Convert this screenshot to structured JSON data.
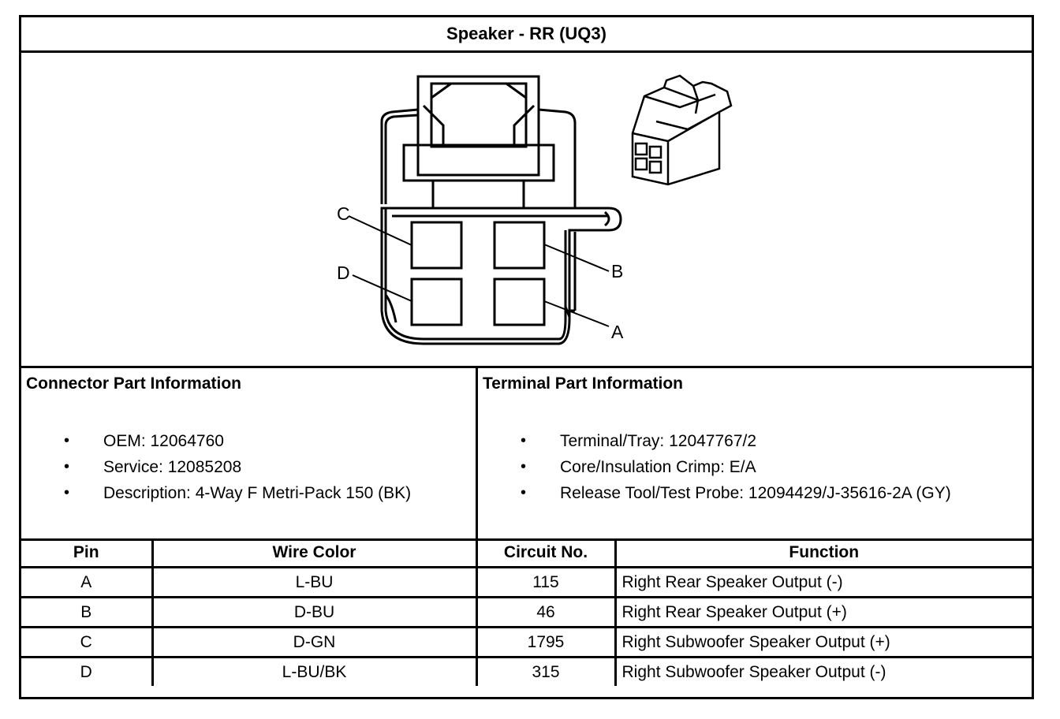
{
  "title": "Speaker - RR (UQ3)",
  "diagram": {
    "pin_labels": {
      "a": "A",
      "b": "B",
      "c": "C",
      "d": "D"
    }
  },
  "connector_info": {
    "heading": "Connector Part Information",
    "items": [
      "OEM: 12064760",
      "Service: 12085208",
      "Description: 4-Way F Metri-Pack 150 (BK)"
    ]
  },
  "terminal_info": {
    "heading": "Terminal Part Information",
    "items": [
      "Terminal/Tray: 12047767/2",
      "Core/Insulation Crimp: E/A",
      "Release Tool/Test Probe: 12094429/J-35616-2A (GY)"
    ]
  },
  "bullet_glyph": "•",
  "pin_table": {
    "headers": [
      "Pin",
      "Wire Color",
      "Circuit No.",
      "Function"
    ],
    "rows": [
      {
        "pin": "A",
        "wire_color": "L-BU",
        "circuit": "115",
        "function": "Right Rear Speaker Output (-)"
      },
      {
        "pin": "B",
        "wire_color": "D-BU",
        "circuit": "46",
        "function": "Right Rear Speaker Output (+)"
      },
      {
        "pin": "C",
        "wire_color": "D-GN",
        "circuit": "1795",
        "function": "Right Subwoofer Speaker Output (+)"
      },
      {
        "pin": "D",
        "wire_color": "L-BU/BK",
        "circuit": "315",
        "function": "Right Subwoofer Speaker Output (-)"
      }
    ]
  }
}
